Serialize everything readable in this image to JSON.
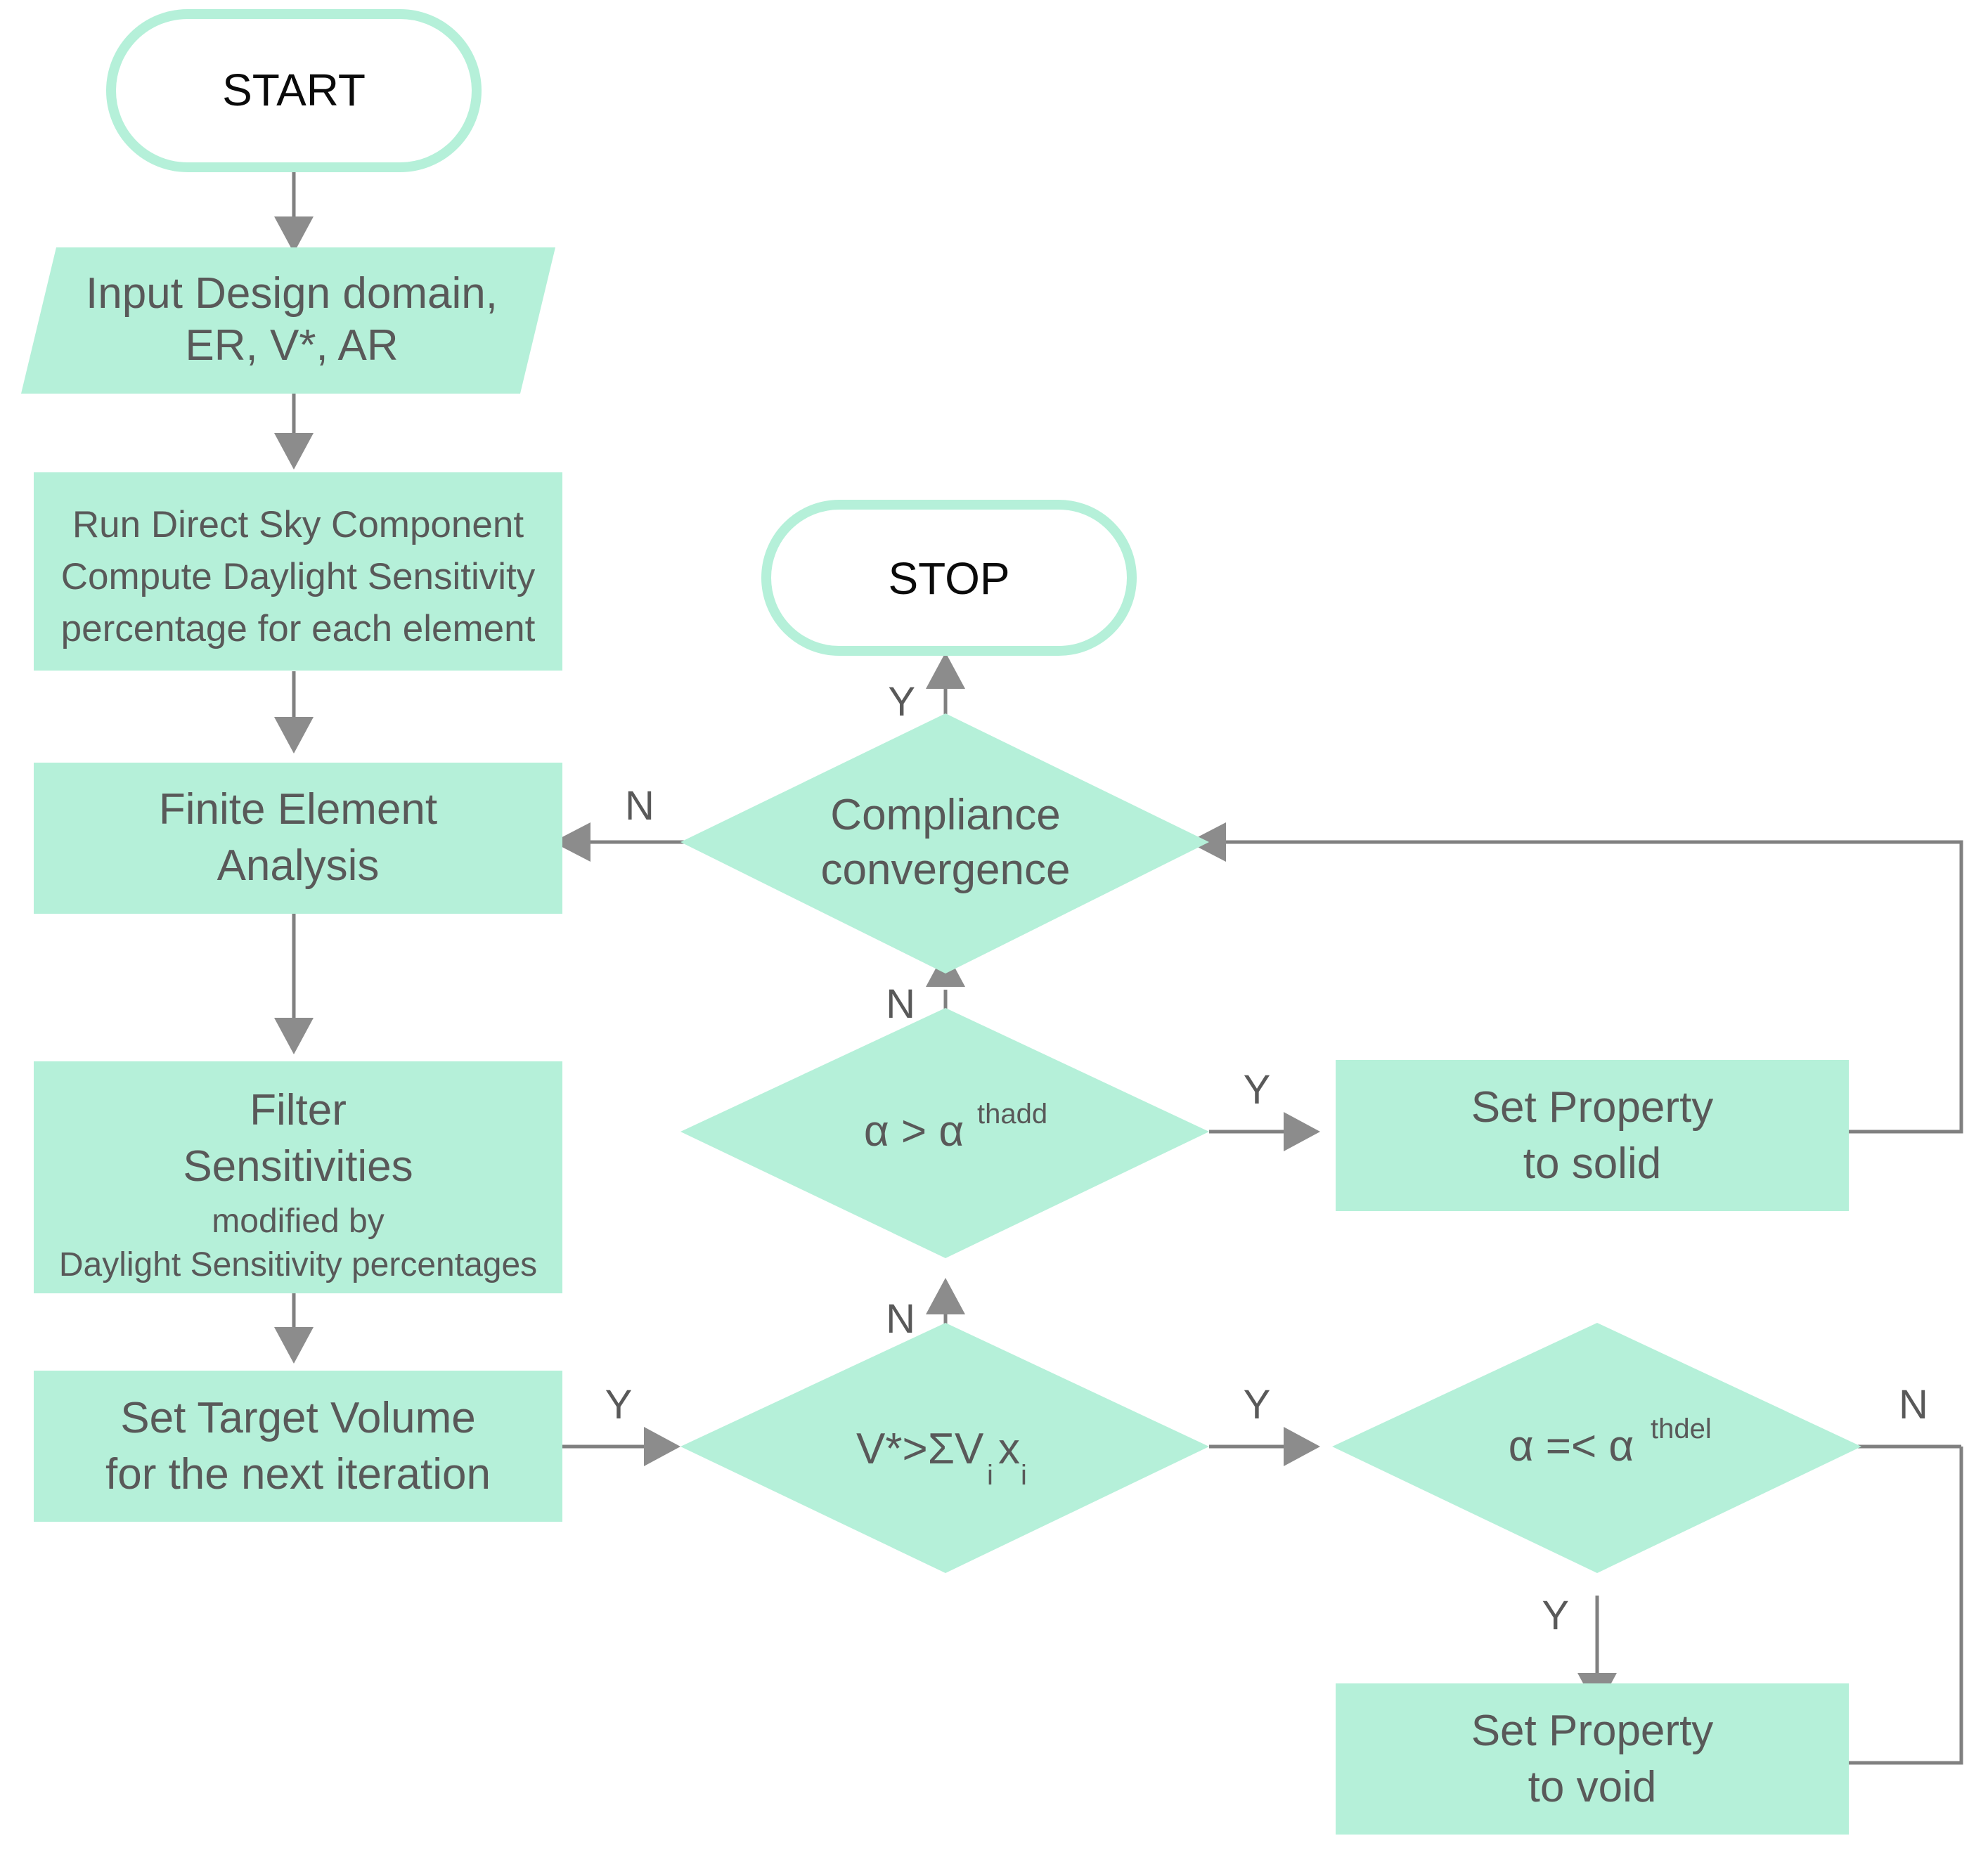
{
  "diagram": {
    "title": "BESO daylight-modified topology optimization flowchart",
    "colors": {
      "node_fill": "#b5f0d9",
      "connector": "#808080",
      "arrow_head": "#8c8c8c",
      "text": "#595959",
      "terminator_text": "#0a0a0a",
      "background": "#ffffff"
    }
  },
  "nodes": {
    "start": {
      "label": "START",
      "shape": "terminator"
    },
    "input": {
      "line1": "Input Design domain,",
      "line2": "ER, V*, AR",
      "shape": "parallelogram"
    },
    "dsc": {
      "line1": "Run Direct Sky Component",
      "line2": "Compute Daylight Sensitivity",
      "line3": "percentage for each element",
      "shape": "process"
    },
    "fea": {
      "line1": "Finite Element",
      "line2": "Analysis",
      "shape": "process"
    },
    "filter": {
      "line1": "Filter",
      "line2": "Sensitivities",
      "line3": "modified by",
      "line4": "Daylight Sensitivity percentages",
      "shape": "process"
    },
    "target_volume": {
      "line1": "Set Target Volume",
      "line2": "for the next iteration",
      "shape": "process"
    },
    "stop": {
      "label": "STOP",
      "shape": "terminator"
    },
    "compliance": {
      "line1": "Compliance",
      "line2": "convergence",
      "shape": "decision"
    },
    "alpha_add": {
      "base": "α > α",
      "superscript": "thadd",
      "shape": "decision"
    },
    "volume_check": {
      "base": "V*>ΣV",
      "sub1": "i",
      "mid": "x",
      "sub2": "i",
      "shape": "decision"
    },
    "alpha_del": {
      "base": "α =< α",
      "superscript": "thdel",
      "shape": "decision"
    },
    "set_solid": {
      "line1": "Set Property",
      "line2": "to solid",
      "shape": "process"
    },
    "set_void": {
      "line1": "Set Property",
      "line2": "to void",
      "shape": "process"
    }
  },
  "edge_labels": {
    "compliance_yes": "Y",
    "compliance_no": "N",
    "alpha_add_no": "N",
    "alpha_add_yes": "Y",
    "volume_yes_in": "Y",
    "volume_no": "N",
    "volume_yes_out": "Y",
    "alpha_del_no": "N",
    "alpha_del_yes": "Y"
  }
}
